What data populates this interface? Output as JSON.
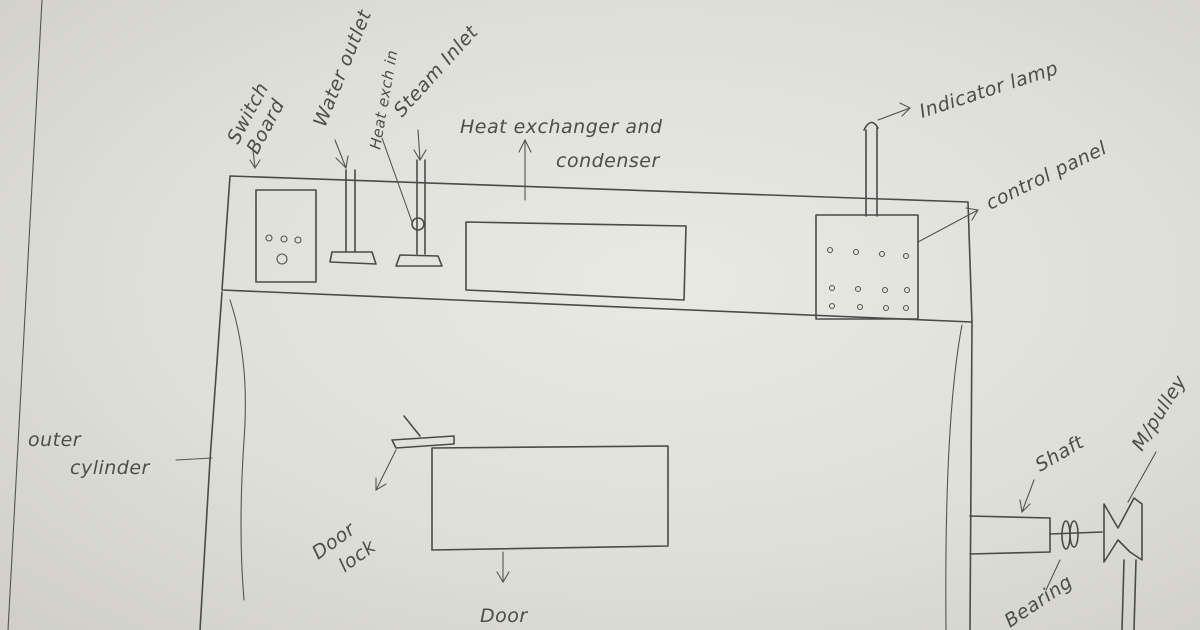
{
  "labels": {
    "switch_board": [
      "Switch",
      "Board"
    ],
    "water_outlet": "Water outlet",
    "heat_exchanger_in": "Heat exch in",
    "steam_inlet": "Steam Inlet",
    "heat_exchanger_condenser": [
      "Heat exchanger and",
      "condenser"
    ],
    "indicator_lamp": "Indicator lamp",
    "control_panel": "control panel",
    "outer_cylinder": [
      "outer",
      "cylinder"
    ],
    "door_lock": [
      "Door",
      "lock"
    ],
    "door": "Door",
    "shaft": "Shaft",
    "motor": "M/pulley",
    "bearing": "Bearing"
  }
}
